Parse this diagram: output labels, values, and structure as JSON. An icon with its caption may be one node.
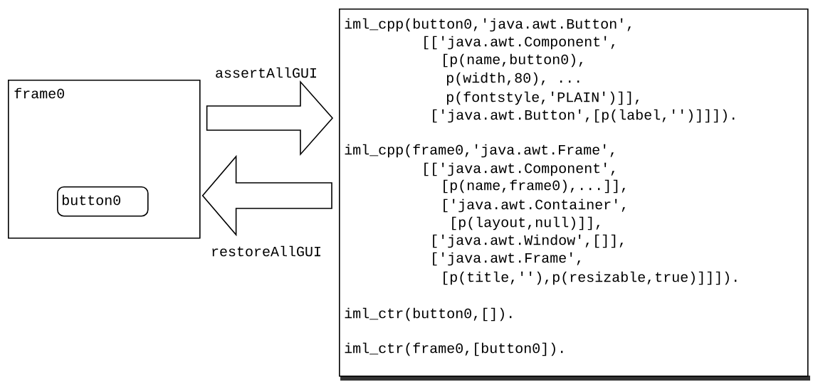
{
  "diagram": {
    "nodes": [
      {
        "text": [
          "frame0"
        ]
      },
      {
        "text": [
          "button0"
        ],
        "in": 0
      },
      {
        "text": [
          "iml_cpp(button0,'java.awt.Button',",
          "[['java.awt.Component',",
          "[p(name,button0),",
          "p(width,80), ...",
          "p(fontstyle,'PLAIN')]],",
          "['java.awt.Button',[p(label,'')]]]).",
          "iml_cpp(frame0,'java.awt.Frame',",
          "[['java.awt.Component',",
          "[p(name,frame0),...]],",
          "['java.awt.Container',",
          "[p(layout,null)]],",
          "['java.awt.Window',[]],",
          "['java.awt.Frame',",
          "[p(title,''),p(resizable,true)]]]).",
          "iml_ctr(button0,[]).",
          "iml_ctr(frame0,[button0])."
        ]
      }
    ],
    "edges": [
      {
        "from": 0,
        "to": 2,
        "arrow": "to",
        "label": "assertAllGUI"
      },
      {
        "from": 2,
        "to": 0,
        "arrow": "to",
        "label": "restoreAllGUI"
      }
    ]
  }
}
